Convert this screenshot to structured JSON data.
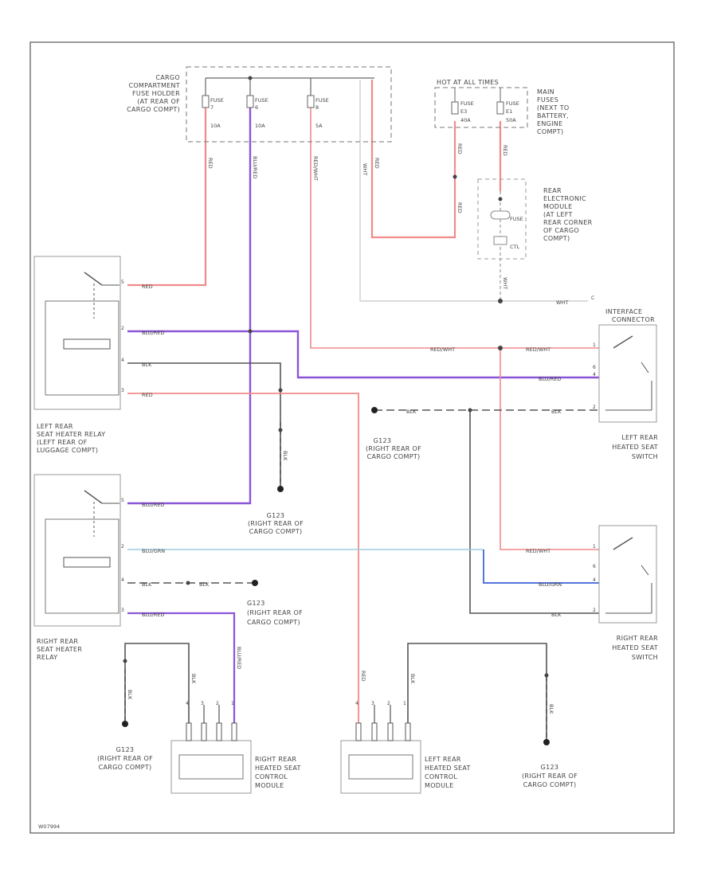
{
  "fuse_holder": {
    "label": [
      "CARGO",
      "COMPARTMENT",
      "FUSE HOLDER",
      "(AT REAR OF",
      "CARGO COMPT)"
    ],
    "fuses": [
      {
        "line1": "FUSE",
        "line2": "7",
        "amp": "10A"
      },
      {
        "line1": "FUSE",
        "line2": "6",
        "amp": "10A"
      },
      {
        "line1": "FUSE",
        "line2": "8",
        "amp": "5A"
      }
    ]
  },
  "hot_at_all_times": {
    "label": "HOT AT ALL TIMES",
    "fuses": [
      {
        "line1": "FUSE",
        "line2": "E3",
        "amp": "40A"
      },
      {
        "line1": "FUSE",
        "line2": "E1",
        "amp": "50A"
      }
    ],
    "main_fuses_label": [
      "MAIN",
      "FUSES",
      "(NEXT TO",
      "BATTERY,",
      "ENGINE",
      "COMPT)"
    ]
  },
  "rem": {
    "label": [
      "REAR",
      "ELECTRONIC",
      "MODULE",
      "(AT LEFT",
      "REAR CORNER",
      "OF CARGO",
      "COMPT)"
    ],
    "fuse_label": "FUSE",
    "ctl_label": "CTL",
    "pin": "C"
  },
  "interface_connector": [
    "INTERFACE",
    "CONNECTOR"
  ],
  "left_relay": {
    "label": [
      "LEFT REAR",
      "SEAT HEATER RELAY",
      "(LEFT REAR OF",
      "LUGGAGE COMPT)"
    ],
    "pins": [
      "5",
      "2",
      "4",
      "3"
    ]
  },
  "right_relay": {
    "label": [
      "RIGHT REAR",
      "SEAT HEATER",
      "RELAY"
    ],
    "pins": [
      "5",
      "2",
      "4",
      "3"
    ]
  },
  "left_switch": {
    "label": [
      "LEFT REAR",
      "HEATED SEAT",
      "SWITCH"
    ],
    "pins": [
      "1",
      "6",
      "4",
      "2"
    ]
  },
  "right_switch": {
    "label": [
      "RIGHT REAR",
      "HEATED SEAT",
      "SWITCH"
    ],
    "pins": [
      "1",
      "6",
      "4",
      "2"
    ]
  },
  "right_module": {
    "label": [
      "RIGHT REAR",
      "HEATED SEAT",
      "CONTROL",
      "MODULE"
    ],
    "pins": [
      "4",
      "3",
      "2",
      "1"
    ]
  },
  "left_module": {
    "label": [
      "LEFT REAR",
      "HEATED SEAT",
      "CONTROL",
      "MODULE"
    ],
    "pins": [
      "4",
      "3",
      "2",
      "1"
    ]
  },
  "grounds": {
    "g1": [
      "G123",
      "(RIGHT REAR OF",
      "CARGO COMPT)"
    ],
    "g2": [
      "G123",
      "(RIGHT REAR OF",
      "CARGO COMPT)"
    ],
    "g3": [
      "G123",
      "(RIGHT REAR OF",
      "CARGO COMPT)"
    ],
    "g4": [
      "G123",
      "(RIGHT REAR OF",
      "CARGO COMPT)"
    ],
    "g5": [
      "G123",
      "(RIGHT REAR OF",
      "CARGO COMPT)"
    ]
  },
  "wire_labels": {
    "red": "RED",
    "blu_red": "BLU/RED",
    "blk": "BLK",
    "red_wht": "RED/WHT",
    "wht": "WHT",
    "blu_grn": "BLU/GRN",
    "relay_coil": "",
    "ground_num": "1"
  },
  "footer_code": "W07994",
  "colors": {
    "red": "#f28a8a",
    "purple": "#8a55d8",
    "black": "#555555",
    "blue": "#5577dd",
    "lightblue": "#9ecde0",
    "white": "#cfcfcf"
  }
}
